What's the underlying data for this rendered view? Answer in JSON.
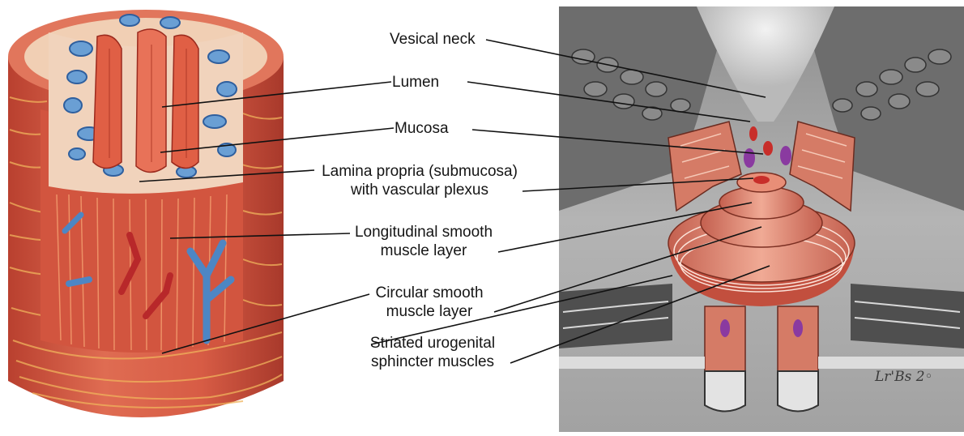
{
  "labels": {
    "vesical_neck": "Vesical neck",
    "lumen": "Lumen",
    "mucosa": "Mucosa",
    "lamina_line1": "Lamina propria (submucosa)",
    "lamina_line2": "with vascular plexus",
    "longitudinal_line1": "Longitudinal smooth",
    "longitudinal_line2": "muscle layer",
    "circular_line1": "Circular smooth",
    "circular_line2": "muscle layer",
    "striated_line1": "Striated urogenital",
    "striated_line2": "sphincter muscles"
  },
  "signature": "Lr'Bs 2◦",
  "colors": {
    "muscle": "#d8604a",
    "muscle_light": "#e9866c",
    "fiber": "#e8b25a",
    "vessel_blue": "#4d86c4",
    "vessel_red": "#b8282a",
    "submucosa": "#f1cfb4",
    "panel_gray": "#a9a9a9",
    "dark_gray": "#555555"
  }
}
